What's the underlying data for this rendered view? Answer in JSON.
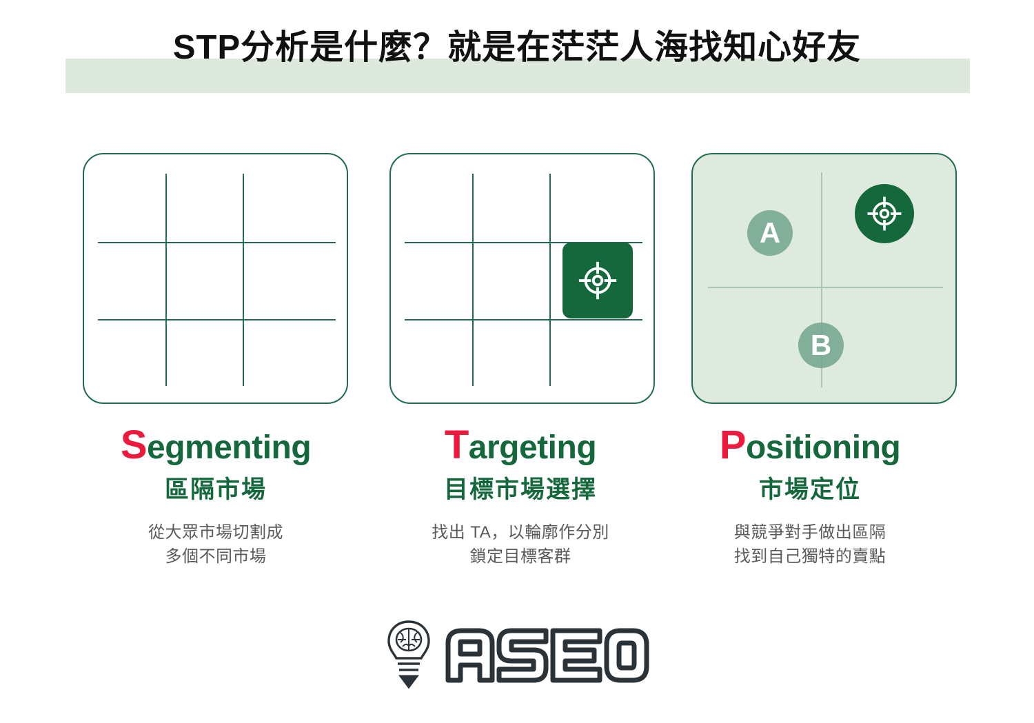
{
  "title": {
    "text": "STP分析是什麼？就是在茫茫人海找知心好友",
    "highlight_color": "#dee9de"
  },
  "colors": {
    "brand_green": "#14683b",
    "card_border": "#1e6b4f",
    "accent_red": "#ec1a3c",
    "bubble_green": "#71a58e",
    "card3_fill": "#dfeadf",
    "desc_gray": "#5a5a5a"
  },
  "columns": [
    {
      "id": "segmenting",
      "initial": "S",
      "en_rest": "egmenting",
      "zh_title": "區隔市場",
      "desc_line1": "從大眾市場切割成",
      "desc_line2": "多個不同市場",
      "diagram": "grid-3x3"
    },
    {
      "id": "targeting",
      "initial": "T",
      "en_rest": "argeting",
      "zh_title": "目標市場選擇",
      "desc_line1": "找出 TA，以輪廓作分別",
      "desc_line2": "鎖定目標客群",
      "diagram": "grid-3x3-with-target-tile"
    },
    {
      "id": "positioning",
      "initial": "P",
      "en_rest": "ositioning",
      "zh_title": "市場定位",
      "desc_line1": "與競爭對手做出區隔",
      "desc_line2": "找到自己獨特的賣點",
      "diagram": "quadrant-with-bubbles",
      "bubble_a": "A",
      "bubble_b": "B"
    }
  ],
  "logo": {
    "wordmark": "ASEO",
    "icon": "lightbulb-brain-icon"
  }
}
